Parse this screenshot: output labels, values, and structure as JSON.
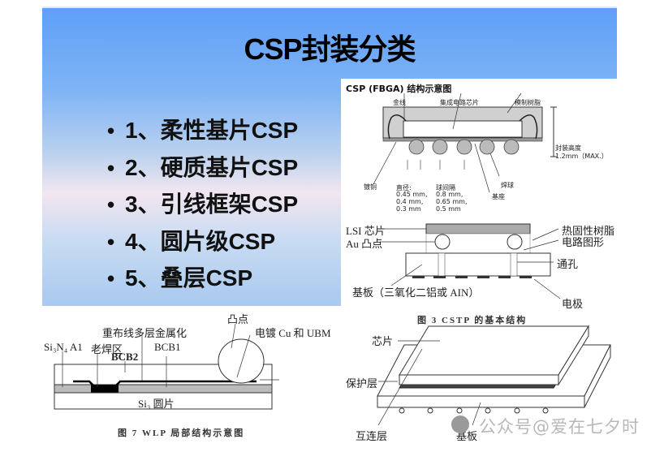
{
  "slide": {
    "title": "CSP封装分类",
    "bullets": [
      {
        "marker": "•",
        "text": "1、柔性基片CSP"
      },
      {
        "marker": "•",
        "text": "2、硬质基片CSP"
      },
      {
        "marker": "•",
        "text": "3、引线框架CSP"
      },
      {
        "marker": "•",
        "text": "4、圆片级CSP"
      },
      {
        "marker": "•",
        "text": "5、叠层CSP"
      }
    ]
  },
  "figure_fbga": {
    "title": "CSP (FBGA) 结构示意图",
    "labels": {
      "gold_wire": "金线",
      "ic_chip": "集成电路芯片",
      "mold_resin": "模制树脂",
      "package_height": "封装高度",
      "package_height_value": "1.2mm（MAX.）",
      "copper_foil": "镀铜",
      "diameter": "直径:",
      "diameter_values": [
        "0.45 mm,",
        "0.4 mm,",
        "0.3 mm"
      ],
      "ball_pitch": "球间隔",
      "ball_pitch_values": [
        "0.8 mm,",
        "0.65 mm,",
        "0.5 mm"
      ],
      "solder_ball": "焊球",
      "substrate": "基座"
    }
  },
  "figure_cstp": {
    "caption": "图 3   CSTP 的基本结构",
    "labels": {
      "lsi_chip": "LSI 芯片",
      "au_bump": "Au 凸点",
      "thermoset_resin": "热固性树脂",
      "circuit_pattern": "电路图形",
      "via": "通孔",
      "substrate": "基板（三氧化二铝或 AIN）",
      "electrode": "电极"
    }
  },
  "figure_wlp": {
    "caption": "图 7   WLP 局部结构示意图",
    "labels": {
      "bump": "凸点",
      "redistribution": "重布线多层金属化",
      "plating": "电镀 Cu 和 UBM",
      "si3n4_al": "Si₃N₄ A1",
      "old_pad": "老焊区",
      "bcb2": "BCB2",
      "bcb1": "BCB1",
      "wafer": "Si₃ 圆片"
    }
  },
  "figure_stack": {
    "labels": {
      "chip": "芯片",
      "protection": "保护层",
      "interconnect": "互连层",
      "substrate": "基板"
    }
  },
  "watermark": "公众号@爱在七夕时",
  "colors": {
    "slide_top": "#5f9ff8",
    "slide_mid": "#f2e6f0",
    "slide_bottom": "#a9c9ef"
  }
}
